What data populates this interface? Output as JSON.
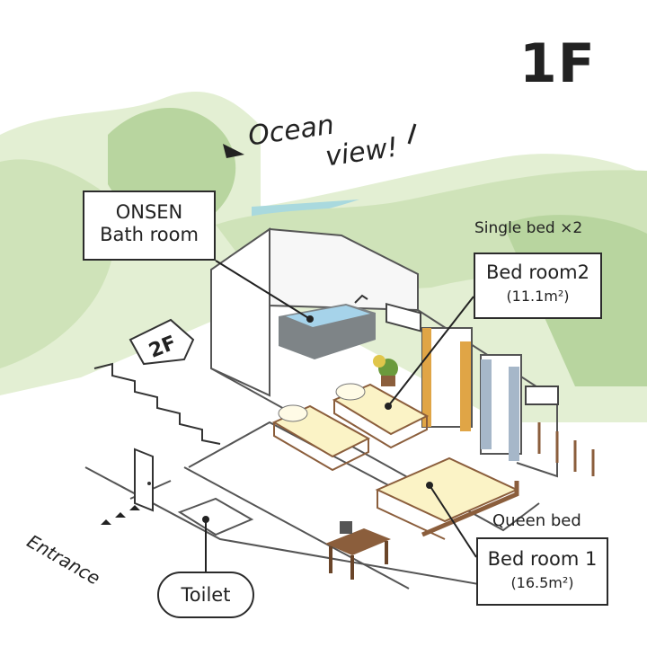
{
  "floor": "1F",
  "ocean_view": {
    "line1": "Ocean",
    "line2": "view!"
  },
  "stairs": {
    "label": "2F"
  },
  "onsen": {
    "line1": "ONSEN",
    "line2": "Bath room"
  },
  "bedroom2": {
    "caption": "Single bed ×2",
    "name": "Bed room2",
    "area": "(11.1m²)"
  },
  "bedroom1": {
    "caption": "Queen bed",
    "name": "Bed room 1",
    "area": "(16.5m²)"
  },
  "entrance": "Entrance",
  "toilet": "Toilet",
  "colors": {
    "forest_light": "#e3efd3",
    "forest_mid": "#cfe3b9",
    "forest_dark": "#b8d59f",
    "ocean": "#a9d9de",
    "outline": "#2b2b2b",
    "curtain": "#e0a546",
    "bed_sheet": "#fbf3c6",
    "wood": "#8b5e3c",
    "tub": "#7e8487",
    "water": "#a6d3ea"
  }
}
